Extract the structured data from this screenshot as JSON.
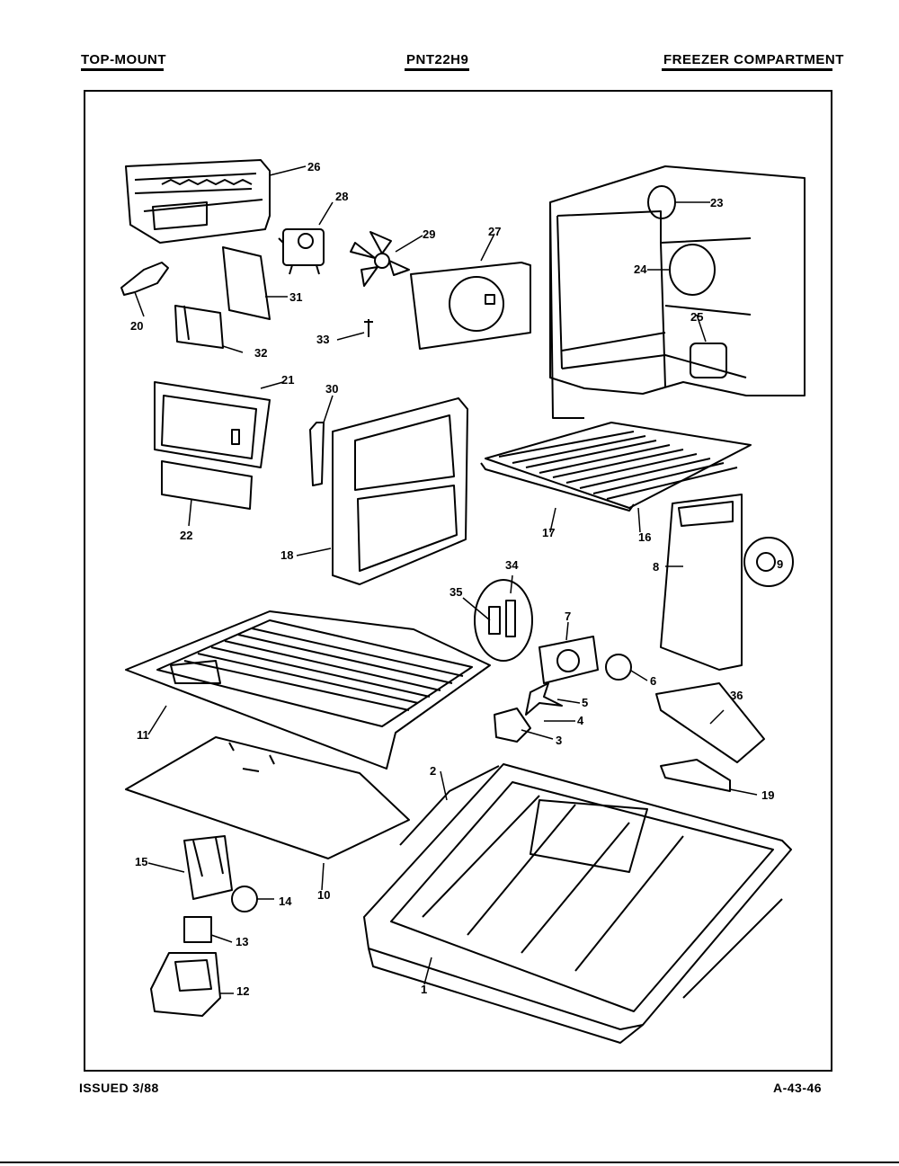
{
  "header": {
    "left": "TOP-MOUNT",
    "center": "PNT22H9",
    "right": "FREEZER COMPARTMENT"
  },
  "footer": {
    "left": "ISSUED 3/88",
    "right": "A-43-46"
  },
  "callouts": [
    "1",
    "2",
    "3",
    "4",
    "5",
    "6",
    "7",
    "8",
    "9",
    "10",
    "11",
    "12",
    "13",
    "14",
    "15",
    "16",
    "17",
    "18",
    "19",
    "20",
    "21",
    "22",
    "23",
    "24",
    "25",
    "26",
    "27",
    "28",
    "29",
    "30",
    "31",
    "32",
    "33",
    "34",
    "35",
    "36"
  ]
}
